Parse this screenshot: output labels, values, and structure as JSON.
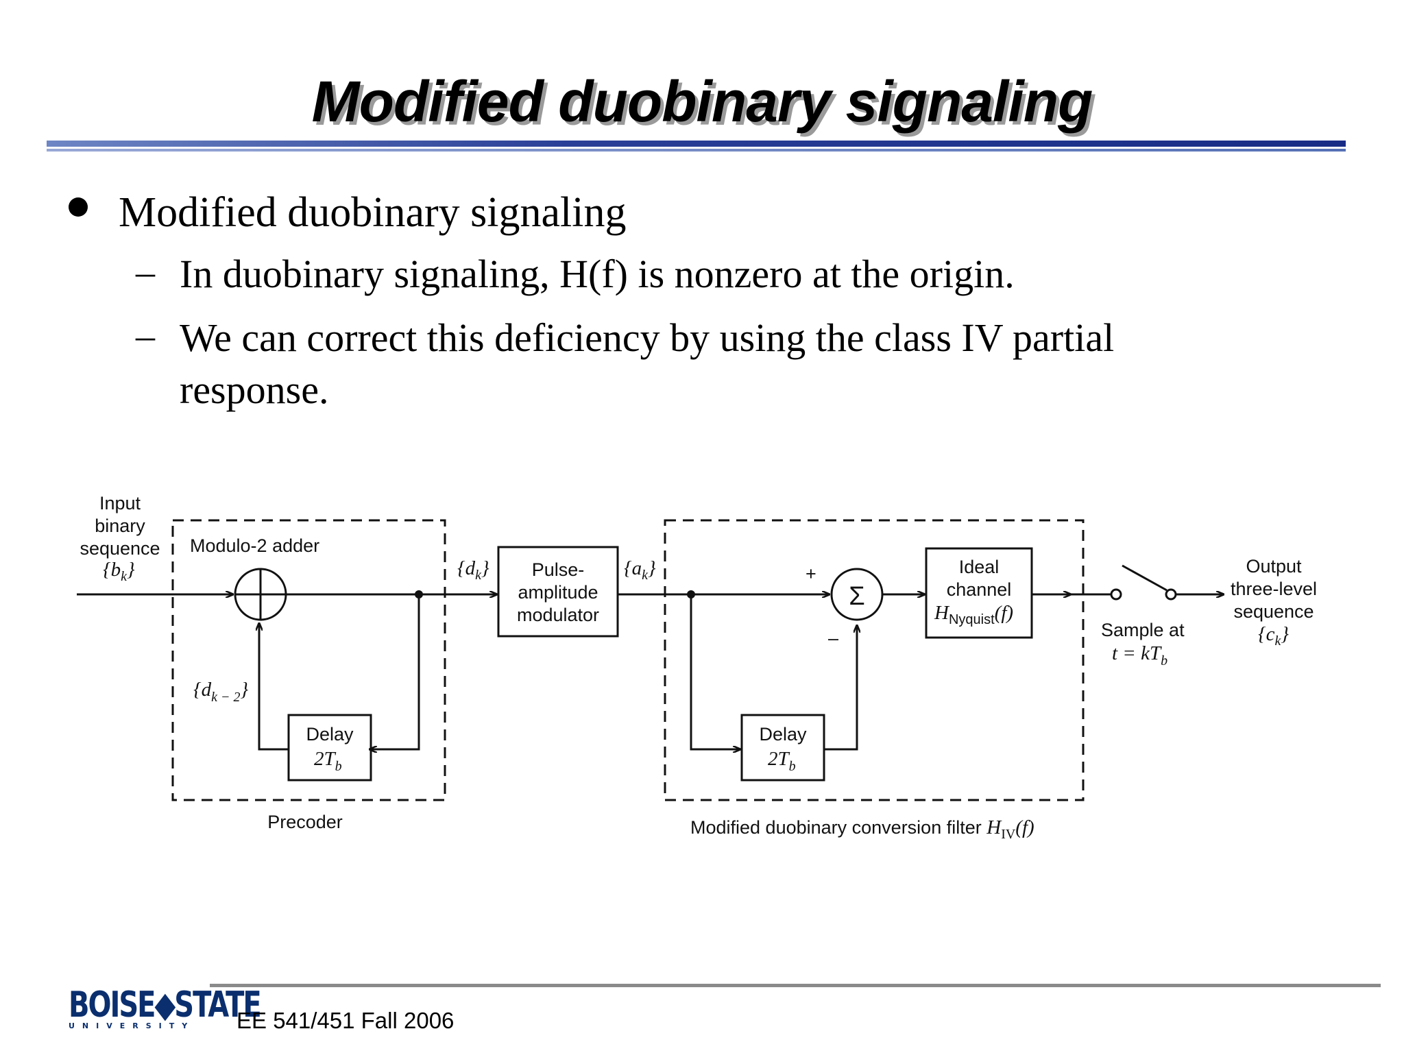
{
  "slide": {
    "title": "Modified duobinary signaling",
    "bullet": "Modified duobinary signaling",
    "sub_bullets": [
      "In duobinary signaling, H(f) is nonzero at the origin.",
      "We can correct this deficiency  by using the class IV partial",
      "response."
    ],
    "dash": "–"
  },
  "diagram": {
    "input_label": [
      "Input",
      "binary",
      "sequence"
    ],
    "input_symbol": "{b",
    "input_symbol_sub": "k",
    "close_brace": "}",
    "adder_label": "Modulo-2 adder",
    "dk_symbol": "{d",
    "dk_sub": "k",
    "dk2_symbol": "{d",
    "dk2_sub": "k − 2",
    "ak_symbol": "{a",
    "ak_sub": "k",
    "pam_label": [
      "Pulse-",
      "amplitude",
      "modulator"
    ],
    "delay_label": "Delay",
    "delay_value": "2T",
    "delay_sub": "b",
    "precoder_label": "Precoder",
    "plus": "+",
    "minus": "–",
    "sigma": "Σ",
    "channel_label": [
      "Ideal",
      "channel"
    ],
    "channel_symbol": "H",
    "channel_sub": "Nyquist",
    "channel_arg": "(f)",
    "sample_label": "Sample at",
    "sample_eq": "t = kT",
    "sample_sub": "b",
    "output_label": [
      "Output",
      "three-level",
      "sequence"
    ],
    "output_symbol": "{c",
    "output_sub": "k",
    "filter_label": "Modified duobinary conversion filter ",
    "filter_symbol": "H",
    "filter_sub": "IV",
    "filter_arg": "(f)"
  },
  "footer": {
    "logo_text": "BOISE◆STATE",
    "logo_subtext": "UNIVERSITY",
    "course": "EE 541/451 Fall 2006"
  },
  "colors": {
    "title_rule": "#182c86",
    "logo": "#0b2f6e"
  }
}
